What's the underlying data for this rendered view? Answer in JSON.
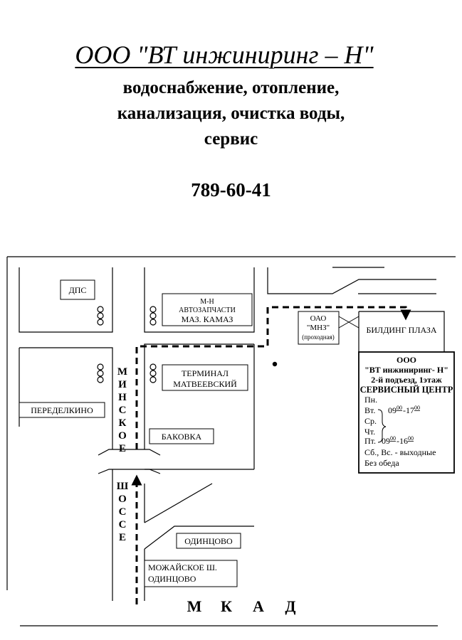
{
  "header": {
    "company": "ООО \"ВТ инжиниринг – Н\"",
    "services": [
      "водоснабжение, отопление,",
      "канализация, очистка воды,",
      "сервис"
    ],
    "phone": "789-60-41"
  },
  "map": {
    "labels": {
      "dps": "ДПС",
      "mn_line1": "М-Н",
      "mn_line2": "АВТОЗАПЧАСТИ",
      "mn_line3": "МАЗ. КАМАЗ",
      "terminal_line1": "ТЕРМИНАЛ",
      "terminal_line2": "МАТВЕЕВСКИЙ",
      "peredelkino": "ПЕРЕДЕЛКИНО",
      "bakovka": "БАКОВКА",
      "odintsovo": "ОДИНЦОВО",
      "mozhaiskoe_line1": "МОЖАЙСКОЕ Ш.",
      "mozhaiskoe_line2": "ОДИНЦОВО",
      "oao_line1": "ОАО",
      "oao_line2": "\"МНЗ\"",
      "oao_line3": "(проходная)",
      "bilding": "БИЛДИНГ ПЛАЗА",
      "minskoe": [
        "М",
        "И",
        "Н",
        "С",
        "К",
        "О",
        "Е"
      ],
      "shosse": [
        "Ш",
        "О",
        "С",
        "С",
        "Е"
      ],
      "mkad": [
        "М",
        "К",
        "А",
        "Д"
      ]
    },
    "service_box": {
      "line1": "ООО",
      "line2": "\"ВТ инжиниринг- Н\"",
      "line3": "2-й подъезд, 1этаж",
      "line4": "СЕРВИСНЫЙ ЦЕНТР",
      "days": [
        "Пн.",
        "Вт.",
        "Ср.",
        "Чт.",
        "Пт."
      ],
      "hours_weekday_from": "09",
      "hours_weekday_to": "17",
      "hours_friday_from": "09",
      "hours_friday_to": "16",
      "minutes": "00",
      "weekend": "Сб., Вс. - выходные",
      "lunch": "Без обеда"
    }
  }
}
